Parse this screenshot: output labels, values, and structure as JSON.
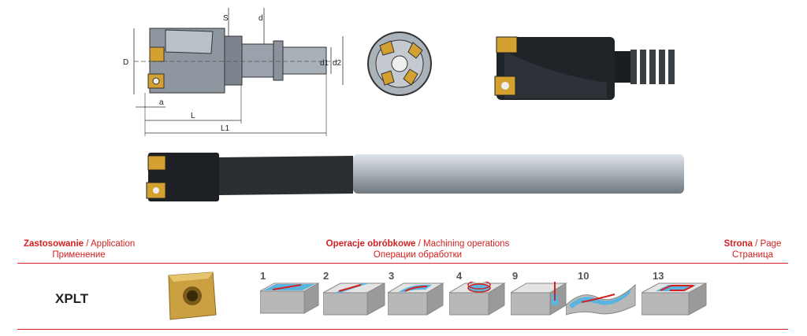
{
  "drawing": {
    "labels": {
      "S": "S",
      "d": "d",
      "D": "D",
      "d1": "d1",
      "d2": "d2",
      "a": "a",
      "L": "L",
      "L1": "L1"
    }
  },
  "header": {
    "application": {
      "pl": "Zastosowanie",
      "en": " / Application",
      "ru": "Применение"
    },
    "operations": {
      "pl": "Operacje obróbkowe",
      "en": " / Machining operations",
      "ru": "Операции обработки"
    },
    "page": {
      "pl": "Strona",
      "en": " / Page",
      "ru": "Страница"
    }
  },
  "row": {
    "insert_code": "XPLT",
    "operations": [
      {
        "num": "1"
      },
      {
        "num": "2"
      },
      {
        "num": "3"
      },
      {
        "num": "4"
      },
      {
        "num": "9"
      },
      {
        "num": "10"
      },
      {
        "num": "13"
      }
    ]
  },
  "colors": {
    "accent": "#d32020",
    "water": "#5ab4e0",
    "insert": "#d4a030"
  }
}
